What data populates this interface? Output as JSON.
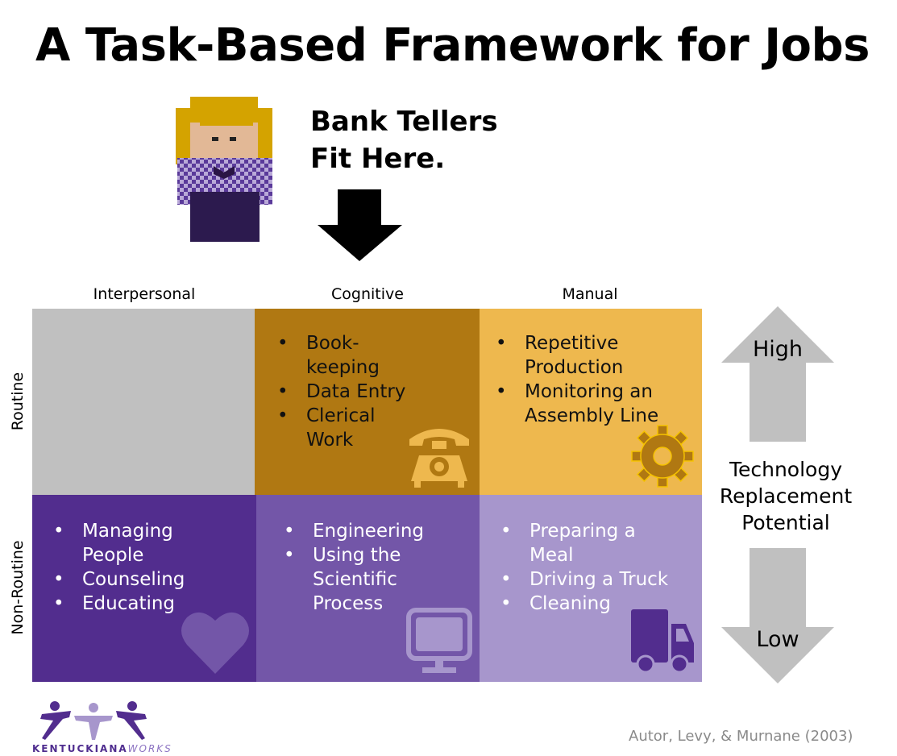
{
  "title": "A Task-Based Framework for Jobs",
  "callout": {
    "line1": "Bank Tellers",
    "line2": "Fit Here."
  },
  "columns": [
    "Interpersonal",
    "Cognitive",
    "Manual"
  ],
  "rows": [
    "Routine",
    "Non-Routine"
  ],
  "cells": {
    "routine_cognitive": [
      "Book-keeping",
      "Data Entry",
      "Clerical Work"
    ],
    "routine_manual": [
      "Repetitive Production",
      "Monitoring an Assembly Line"
    ],
    "nonroutine_interpersonal": [
      "Managing People",
      "Counseling",
      "Educating"
    ],
    "nonroutine_cognitive": [
      "Engineering",
      "Using the Scientific Process"
    ],
    "nonroutine_manual": [
      "Preparing a Meal",
      "Driving a Truck",
      "Cleaning"
    ]
  },
  "scale": {
    "label": "Technology Replacement Potential",
    "high": "High",
    "low": "Low"
  },
  "citation": "Autor, Levy, & Murnane (2003)",
  "logo": {
    "part1": "KENTUCKIANA",
    "part2": "WORKS"
  },
  "icons": [
    "person-icon",
    "down-arrow-icon",
    "telephone-icon",
    "gear-icon",
    "heart-icon",
    "computer-monitor-icon",
    "truck-icon",
    "up-arrow-icon",
    "logo-icon"
  ],
  "colors": {
    "routine_interpersonal": "#c0c0c0",
    "routine_cognitive": "#b07812",
    "routine_manual": "#eeb84e",
    "nonroutine_interpersonal": "#522d8e",
    "nonroutine_cognitive": "#7356a8",
    "nonroutine_manual": "#a796cc",
    "scale_arrows": "#c0c0c0"
  }
}
